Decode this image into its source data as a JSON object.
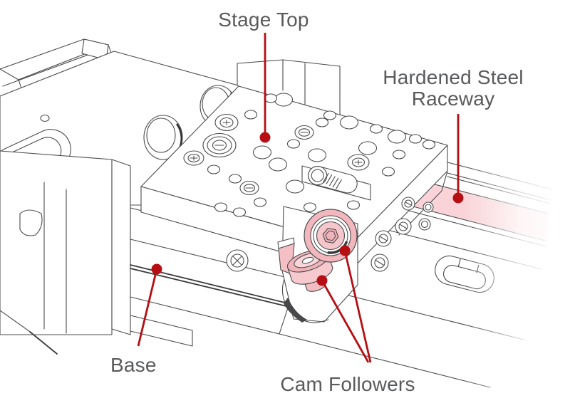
{
  "diagram": {
    "type": "isometric-cad-annotated-linear-stage",
    "background": "#ffffff",
    "line_color": "#4b4c4e",
    "annotation": {
      "leader_color": "#b50f13",
      "highlight_fill": "#f9d3d7",
      "highlight_fill_strong": "#f2b6bd",
      "label_color": "#595a5c"
    },
    "labels": {
      "stage_top": {
        "text": "Stage Top"
      },
      "raceway": {
        "line1": "Hardened Steel",
        "line2": "Raceway"
      },
      "base": {
        "text": "Base"
      },
      "cam_followers": {
        "text": "Cam Followers"
      }
    },
    "parts": [
      {
        "name": "stage-top-plate",
        "highlighted": false
      },
      {
        "name": "hardened-steel-raceway",
        "highlighted": true
      },
      {
        "name": "base-block",
        "highlighted": false
      },
      {
        "name": "cam-followers",
        "highlighted": true
      }
    ]
  }
}
